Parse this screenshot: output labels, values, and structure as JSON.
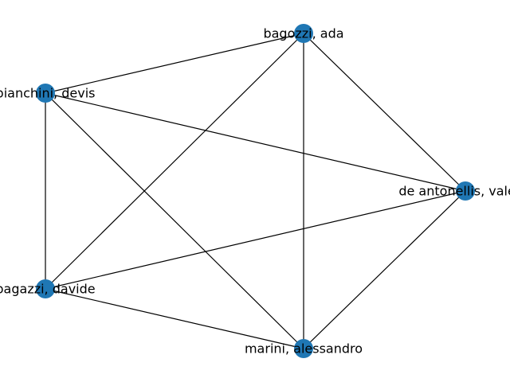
{
  "graph": {
    "node_color": "#1f77b4",
    "edge_color": "#000000",
    "nodes": [
      {
        "id": "ada",
        "label": "bagozzi, ada"
      },
      {
        "id": "devis",
        "label": "bianchini, devis"
      },
      {
        "id": "valeria",
        "label": "de antonellis, valeria"
      },
      {
        "id": "davide",
        "label": "bagazzi, davide"
      },
      {
        "id": "alessandro",
        "label": "marini, alessandro"
      }
    ],
    "edges": [
      [
        "devis",
        "ada"
      ],
      [
        "ada",
        "valeria"
      ],
      [
        "ada",
        "davide"
      ],
      [
        "ada",
        "alessandro"
      ],
      [
        "devis",
        "valeria"
      ],
      [
        "devis",
        "davide"
      ],
      [
        "devis",
        "alessandro"
      ],
      [
        "davide",
        "valeria"
      ],
      [
        "valeria",
        "alessandro"
      ],
      [
        "davide",
        "alessandro"
      ]
    ]
  }
}
